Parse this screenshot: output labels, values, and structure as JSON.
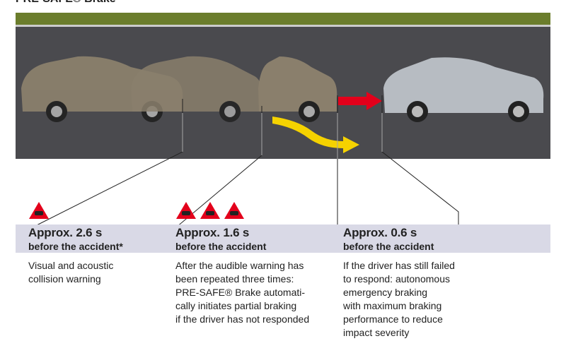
{
  "title": "PRE-SAFE® Brake",
  "stages": [
    {
      "time": "Approx. 2.6 s",
      "sub": "before the accident*",
      "desc": [
        "Visual and acoustic",
        "collision warning"
      ],
      "warnings": 1
    },
    {
      "time": "Approx. 1.6 s",
      "sub": "before the accident",
      "desc": [
        "After the audible warning has",
        "been repeated three times:",
        "PRE-SAFE® Brake automati-",
        "cally initiates partial braking",
        "if the driver has not responded"
      ],
      "warnings": 3
    },
    {
      "time": "Approx. 0.6 s",
      "sub": "before the accident",
      "desc": [
        "If the driver has still failed",
        "to respond: autonomous",
        "emergency braking",
        "with maximum braking",
        "performance to reduce",
        "impact severity"
      ],
      "warnings": 0
    }
  ],
  "colors": {
    "warning": "#e3001b",
    "arrow_red": "#e3001b",
    "arrow_yellow": "#f5d200",
    "band": "#d9d9e6",
    "road": "#4a4a4e",
    "grass": "#6b7d2c"
  }
}
